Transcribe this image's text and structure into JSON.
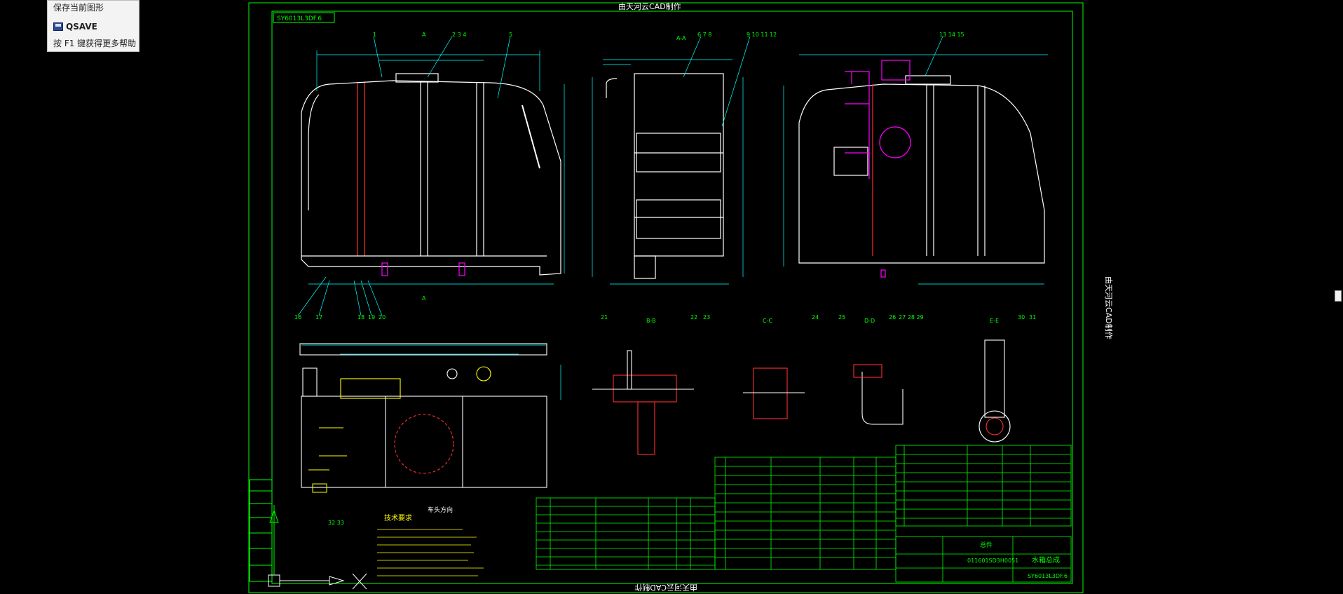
{
  "tooltip": {
    "line1": "保存当前图形",
    "command": "QSAVE",
    "help": "按 F1 键获得更多帮助"
  },
  "drawing": {
    "top_caption": "由天河云CAD制作",
    "bottom_caption": "由天河云CAD制作",
    "side_caption": "由天河云CAD制作",
    "stamp": "SY6013L3DF.6",
    "section_labels": [
      "A-A",
      "B-B",
      "C-C",
      "D-D",
      "E-E"
    ],
    "tech_title": "技术要求",
    "direction_label": "车头方向",
    "title_block": {
      "name": "水箱总成",
      "drawing_no": "SY6013L3DF.6",
      "part_label": "总件",
      "code": "011601SD3H0051"
    },
    "balloons_top": [
      "1",
      "2  3  4",
      "5",
      "6  7  8",
      "9  10  11  12",
      "13  14  15"
    ],
    "balloons_bottom": [
      "16",
      "17",
      "18",
      "19",
      "20",
      "21",
      "22",
      "23",
      "24",
      "25",
      "26",
      "27 28 29",
      "30",
      "31",
      "32  33"
    ],
    "colors": {
      "line": "#00ff00",
      "geometry": "#ffffff",
      "accent": "#ff00ff",
      "hidden": "#ffff00",
      "dim": "#00ffff",
      "red": "#ff3030"
    }
  }
}
